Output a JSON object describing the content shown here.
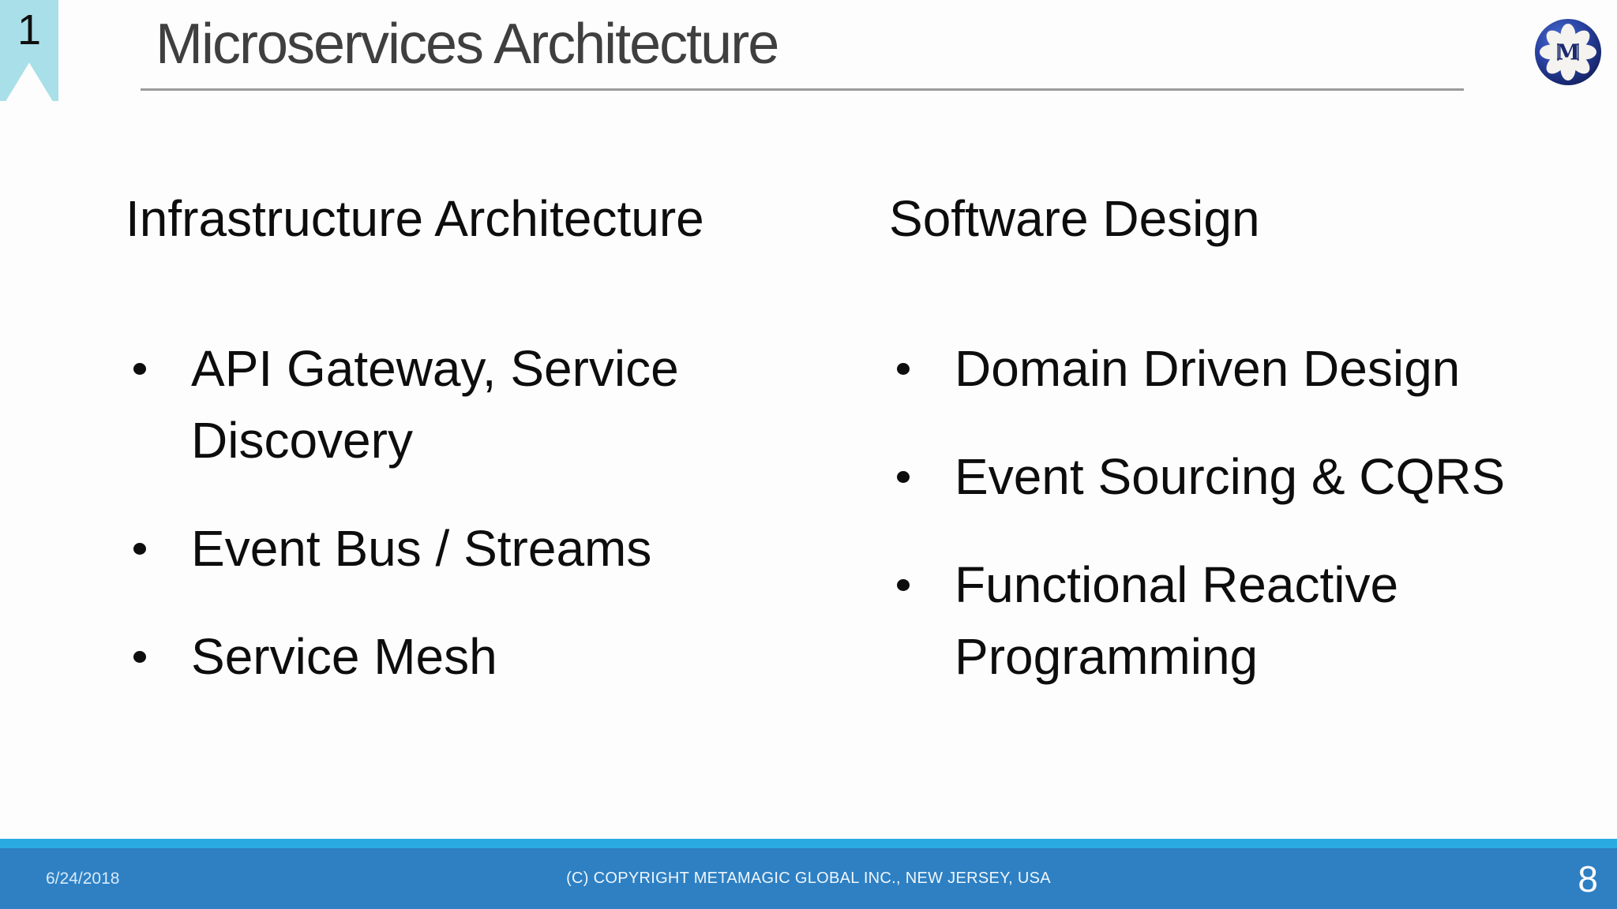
{
  "slide": {
    "badge_number": "1",
    "title": "Microservices Architecture",
    "logo_letter": "M"
  },
  "columns": [
    {
      "heading": "Infrastructure Architecture",
      "items": [
        "API Gateway, Service Discovery",
        "Event Bus / Streams",
        "Service Mesh"
      ]
    },
    {
      "heading": "Software Design",
      "items": [
        "Domain Driven Design",
        "Event Sourcing & CQRS",
        "Functional Reactive Programming"
      ]
    }
  ],
  "footer": {
    "date": "6/24/2018",
    "copyright": "(C) COPYRIGHT METAMAGIC GLOBAL INC., NEW JERSEY, USA",
    "page_number": "8"
  },
  "colors": {
    "ribbon": "#A9DFE8",
    "footer_strip": "#29ABE2",
    "footer_bar": "#2E80C3",
    "title_text": "#3F3F3F",
    "body_text": "#0D0D0D",
    "logo_navy": "#1B2A6E"
  }
}
